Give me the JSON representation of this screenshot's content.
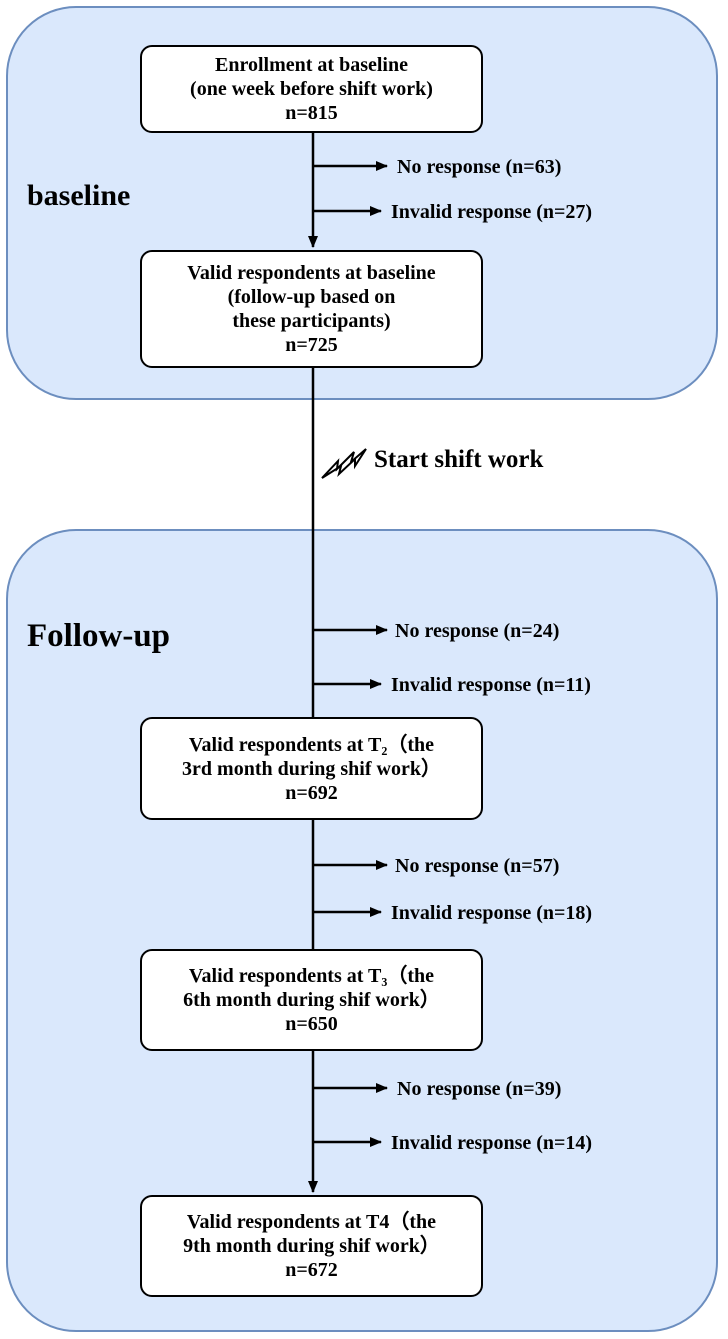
{
  "phases": {
    "baseline": "baseline",
    "followup": "Follow-up"
  },
  "event": "Start shift work",
  "nodes": {
    "enroll": {
      "l1": "Enrollment at baseline",
      "l2": "(one week before shift work)",
      "l3": "n=815"
    },
    "valid_baseline": {
      "l1": "Valid respondents at baseline",
      "l2": "(follow-up based on",
      "l3": "these participants)",
      "l4": "n=725"
    },
    "t2": {
      "l1": "Valid respondents at T₂（the",
      "l2": "3rd month during shif work）",
      "l3": "n=692"
    },
    "t3": {
      "l1": "Valid respondents at T₃（the",
      "l2": "6th month during shif work）",
      "l3": "n=650"
    },
    "t4": {
      "l1": "Valid respondents at T4（the",
      "l2": "9th month during shif work）",
      "l3": "n=672"
    }
  },
  "exclusions": {
    "b_no": "No response (n=63)",
    "b_invalid": "Invalid response (n=27)",
    "t2_no": "No response (n=24)",
    "t2_invalid": "Invalid response (n=11)",
    "t3_no": "No response (n=57)",
    "t3_invalid": "Invalid response (n=18)",
    "t4_no": "No response (n=39)",
    "t4_invalid": "Invalid response (n=14)"
  }
}
